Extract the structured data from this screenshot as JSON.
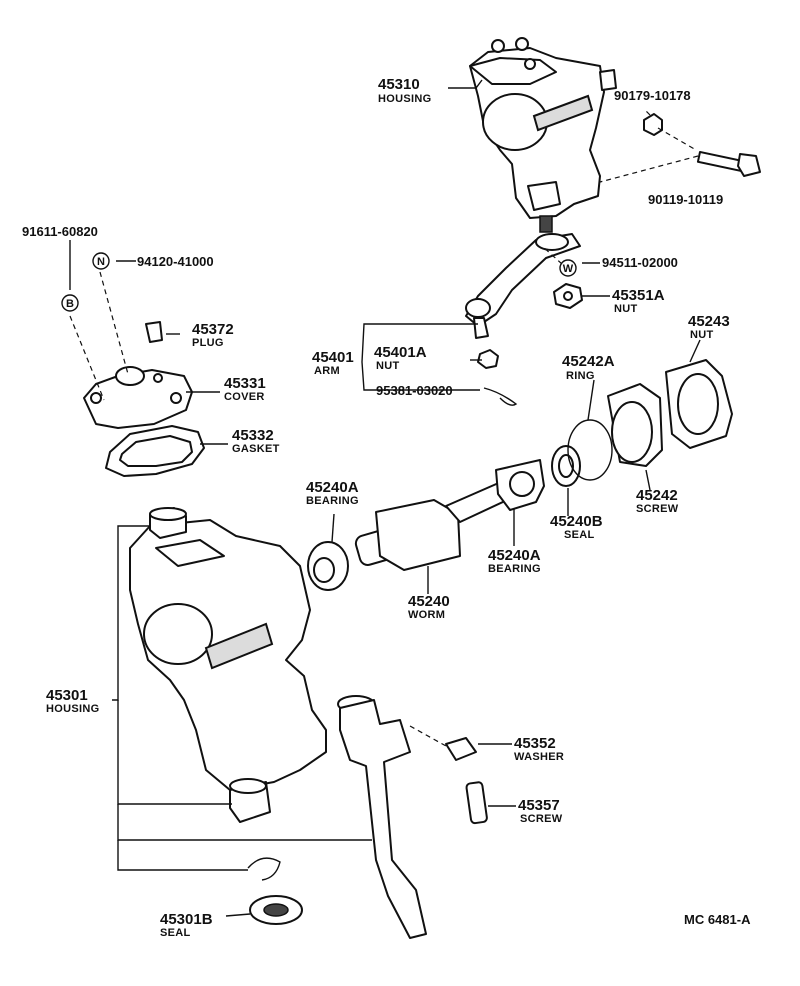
{
  "diagram_code": "MC 6481-A",
  "callouts": [
    {
      "id": "c45310",
      "number": "45310",
      "name": "HOUSING"
    },
    {
      "id": "c90179",
      "number": "90179-10178",
      "name": ""
    },
    {
      "id": "c90119",
      "number": "90119-10119",
      "name": ""
    },
    {
      "id": "c91611",
      "number": "91611-60820",
      "name": ""
    },
    {
      "id": "c94120",
      "number": "94120-41000",
      "name": ""
    },
    {
      "id": "c94511",
      "number": "94511-02000",
      "name": ""
    },
    {
      "id": "c45351A",
      "number": "45351A",
      "name": "NUT"
    },
    {
      "id": "c45243",
      "number": "45243",
      "name": "NUT"
    },
    {
      "id": "c45372",
      "number": "45372",
      "name": "PLUG"
    },
    {
      "id": "c45331",
      "number": "45331",
      "name": "COVER"
    },
    {
      "id": "c45401",
      "number": "45401",
      "name": "ARM"
    },
    {
      "id": "c45401A",
      "number": "45401A",
      "name": "NUT"
    },
    {
      "id": "c95381",
      "number": "95381-03020",
      "name": ""
    },
    {
      "id": "c45242A",
      "number": "45242A",
      "name": "RING"
    },
    {
      "id": "c45332",
      "number": "45332",
      "name": "GASKET"
    },
    {
      "id": "c45240A_1",
      "number": "45240A",
      "name": "BEARING"
    },
    {
      "id": "c45240B",
      "number": "45240B",
      "name": "SEAL"
    },
    {
      "id": "c45242",
      "number": "45242",
      "name": "SCREW"
    },
    {
      "id": "c45240A_2",
      "number": "45240A",
      "name": "BEARING"
    },
    {
      "id": "c45240",
      "number": "45240",
      "name": "WORM"
    },
    {
      "id": "c45301",
      "number": "45301",
      "name": "HOUSING"
    },
    {
      "id": "c45352",
      "number": "45352",
      "name": "WASHER"
    },
    {
      "id": "c45357",
      "number": "45357",
      "name": "SCREW"
    },
    {
      "id": "c45301B",
      "number": "45301B",
      "name": "SEAL"
    }
  ],
  "symbols": {
    "b_marker": "B",
    "n_marker": "N",
    "w_marker": "W"
  }
}
